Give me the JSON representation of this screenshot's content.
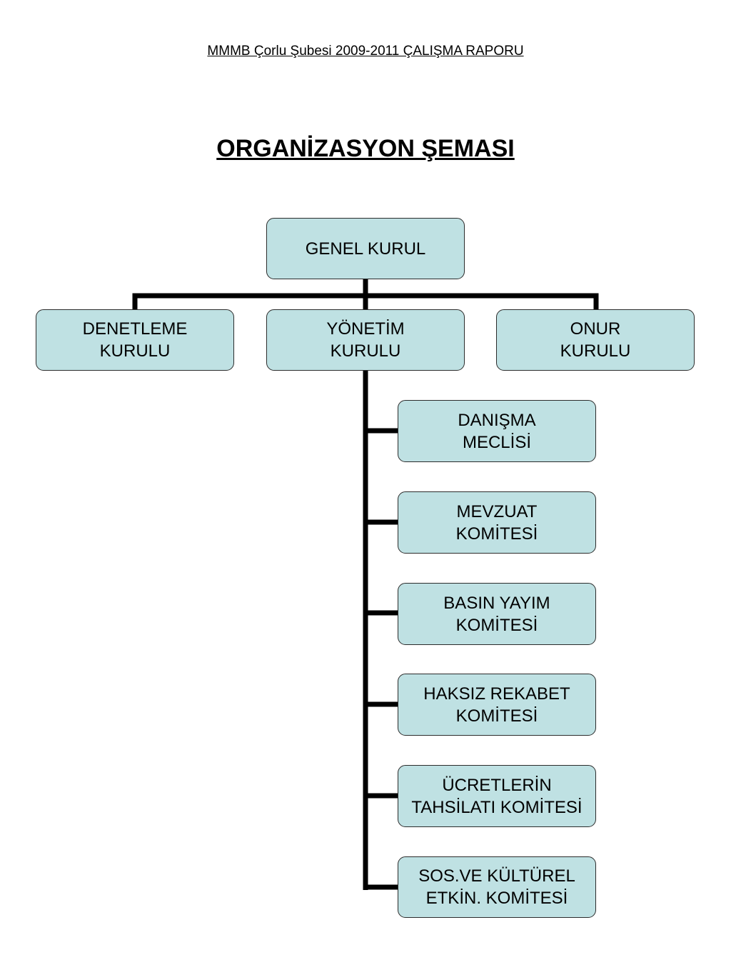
{
  "header": {
    "text": "MMMB Çorlu Şubesi 2009-2011 ÇALIŞMA RAPORU"
  },
  "title": {
    "text": "ORGANİZASYON ŞEMASI"
  },
  "colors": {
    "box_fill": "#bfe1e3",
    "box_border": "#2c2c2c",
    "connector": "#000000"
  },
  "org_chart": {
    "root": {
      "label": "GENEL KURUL"
    },
    "level1": [
      {
        "label": "DENETLEME\nKURULU"
      },
      {
        "label": "YÖNETİM\nKURULU"
      },
      {
        "label": "ONUR\nKURULU"
      }
    ],
    "committees": [
      {
        "label": "DANIŞMA\nMECLİSİ"
      },
      {
        "label": "MEVZUAT\nKOMİTESİ"
      },
      {
        "label": "BASIN YAYIM\nKOMİTESİ"
      },
      {
        "label": "HAKSIZ REKABET\nKOMİTESİ"
      },
      {
        "label": "ÜCRETLERİN\nTAHSİLATI KOMİTESİ"
      },
      {
        "label": "SOS.VE KÜLTÜREL\nETKİN. KOMİTESİ"
      }
    ]
  }
}
